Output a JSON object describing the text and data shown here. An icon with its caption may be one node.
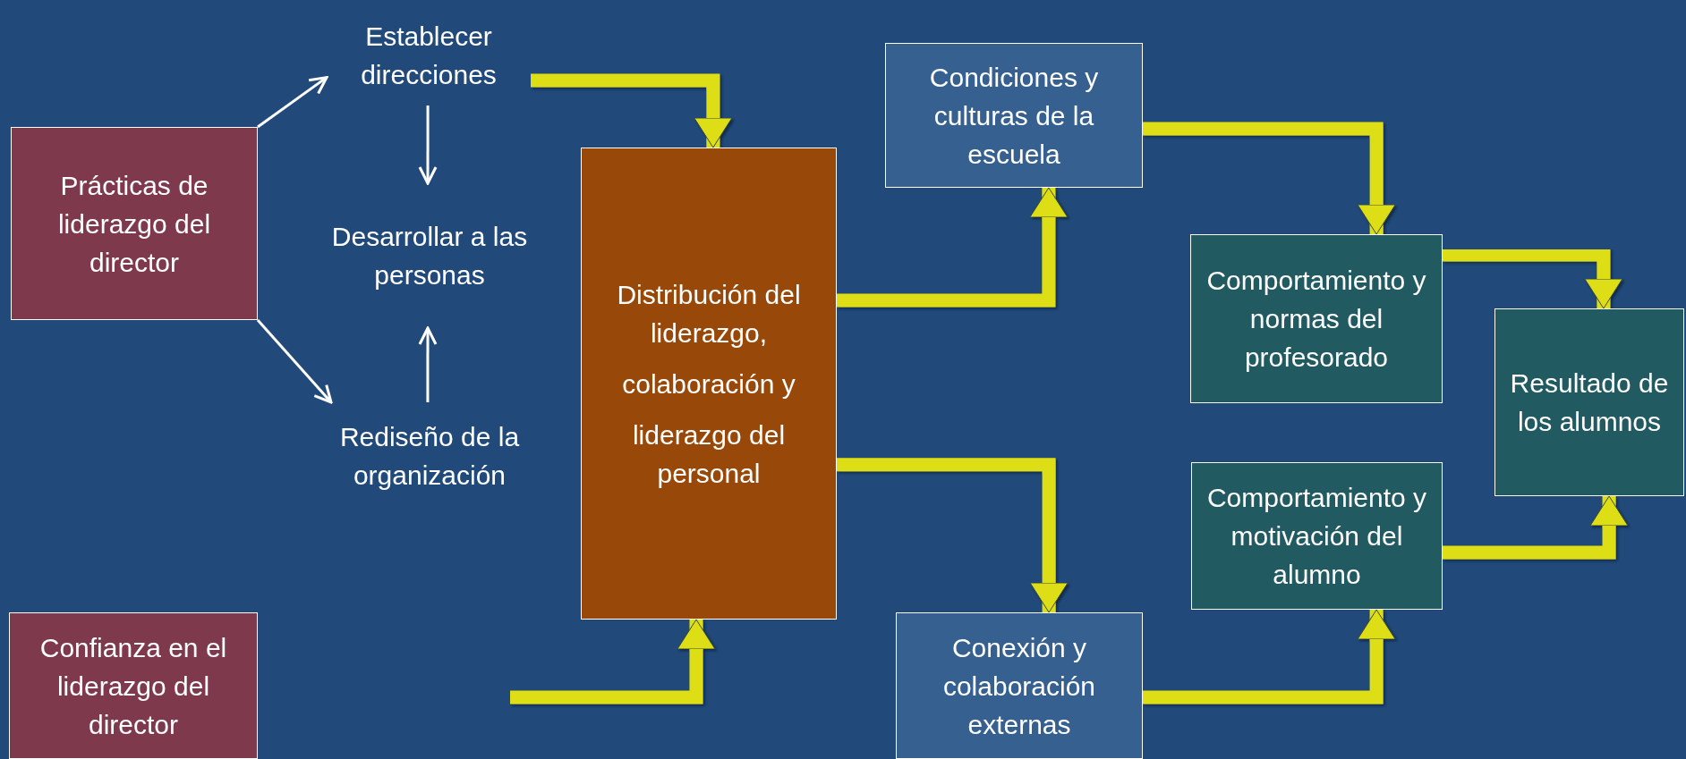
{
  "diagram": {
    "nodes": [
      {
        "text": [
          "Prácticas de liderazgo del director"
        ]
      },
      {
        "text": [
          "Establecer direcciones"
        ]
      },
      {
        "text": [
          "Desarrollar a las personas"
        ]
      },
      {
        "text": [
          "Rediseño de la organización"
        ]
      },
      {
        "text": [
          "Confianza en el liderazgo del director"
        ]
      },
      {
        "text": [
          "Distribución del liderazgo,",
          "colaboración y",
          "liderazgo del personal"
        ]
      },
      {
        "text": [
          "Condiciones y culturas de la escuela"
        ]
      },
      {
        "text": [
          "Comportamiento y normas del profesorado"
        ]
      },
      {
        "text": [
          "Resultado de los alumnos"
        ]
      },
      {
        "text": [
          "Comportamiento y motivación del alumno"
        ]
      },
      {
        "text": [
          "Conexión y colaboración externas"
        ]
      }
    ],
    "edges": [
      {
        "from": 0,
        "to": 1,
        "arrow": "to",
        "color": "#ffffff"
      },
      {
        "from": 0,
        "to": 3,
        "arrow": "to",
        "color": "#ffffff"
      },
      {
        "from": 1,
        "to": 2,
        "arrow": "to",
        "color": "#ffffff"
      },
      {
        "from": 3,
        "to": 2,
        "arrow": "to",
        "color": "#ffffff"
      },
      {
        "from": 1,
        "to": 5,
        "arrow": "to"
      },
      {
        "from": null,
        "to": 5,
        "arrow": "to"
      },
      {
        "from": 5,
        "to": 6,
        "arrow": "to"
      },
      {
        "from": 5,
        "to": 10,
        "arrow": "to"
      },
      {
        "from": 6,
        "to": 7,
        "arrow": "to"
      },
      {
        "from": 10,
        "to": 9,
        "arrow": "to"
      },
      {
        "from": 7,
        "to": 8,
        "arrow": "to"
      },
      {
        "from": 9,
        "to": 8,
        "arrow": "to"
      }
    ]
  }
}
